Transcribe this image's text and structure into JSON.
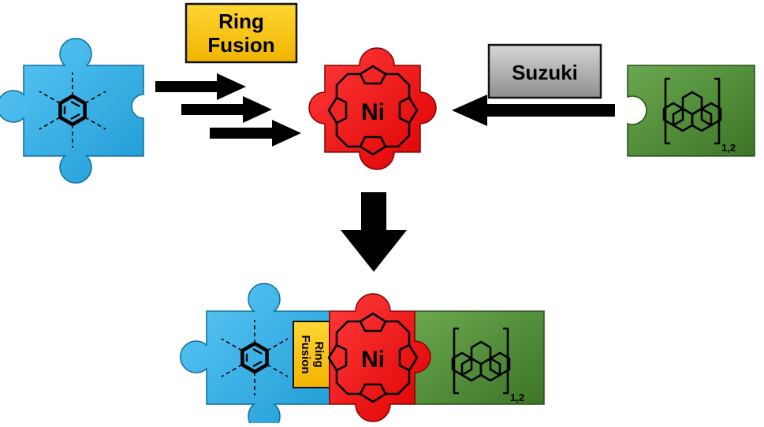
{
  "labels": {
    "ring_fusion_line1": "Ring",
    "ring_fusion_line2": "Fusion",
    "suzuki": "Suzuki",
    "nickel": "Ni",
    "subscript": "1,2"
  },
  "pieces": [
    {
      "id": "benzene",
      "color": "#29abe2"
    },
    {
      "id": "porphyrin",
      "color": "#ff0000"
    },
    {
      "id": "pyrene",
      "color": "#4b8a2f"
    }
  ],
  "label_colors": {
    "ring_fusion": "#ffcc00",
    "suzuki": "#aaaaaa"
  },
  "arrow_color": "#000000"
}
